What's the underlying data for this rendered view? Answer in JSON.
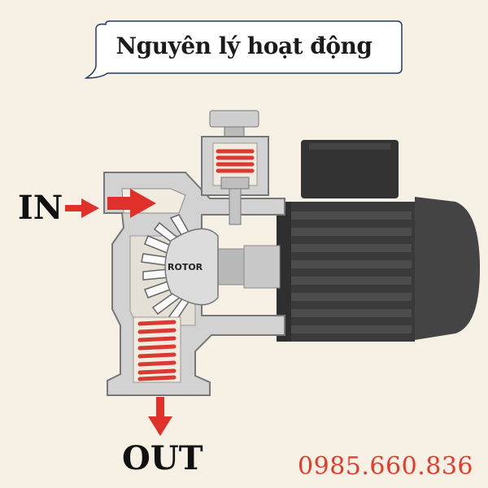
{
  "title": "Nguyên lý hoạt động",
  "labels": {
    "inlet": "IN",
    "outlet": "OUT",
    "rotor": "ROTOR"
  },
  "phone": "0985.660.836",
  "colors": {
    "background": "#f6f1e4",
    "arrow": "#e0302a",
    "spring": "#d93a32",
    "phone": "#e83a2a",
    "motor": "#3b3b3b",
    "housing": "#cfcfcf"
  }
}
